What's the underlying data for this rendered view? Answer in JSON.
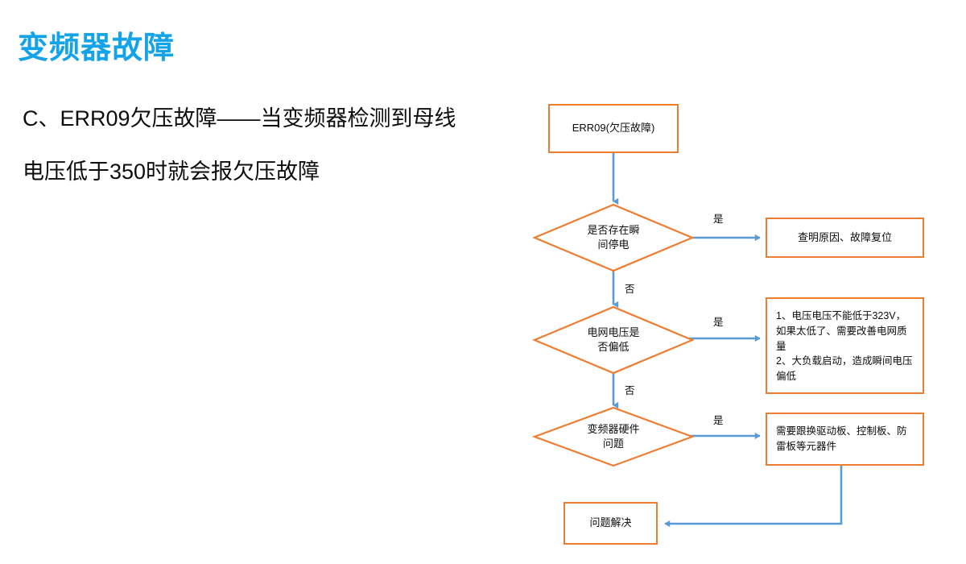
{
  "slide": {
    "title": "变频器故障",
    "title_color": "#14a3e8",
    "body": {
      "line_1": "C、ERR09欠压故障——当变频器检测到母线",
      "line_2": "电压低于350时就会报欠压故障"
    }
  },
  "flowchart": {
    "shape_border_color": "#ed7d31",
    "connector_color": "#5b9bd5",
    "nodes": {
      "start": "ERR09(欠压故障)",
      "decision_outage": "是否存在瞬\n间停电",
      "action_outage": "查明原因、故障复位",
      "decision_grid_voltage": "电网电压是\n否偏低",
      "note_grid_voltage": "1、电压电压不能低于323V，如果太低了、需要改善电网质量\n2、大负载启动，造成瞬间电压偏低",
      "decision_hardware": "变频器硬件\n问题",
      "action_hardware": "需要跟换驱动板、控制板、防雷板等元器件",
      "end": "问题解决"
    },
    "edge_labels": {
      "outage_yes": "是",
      "outage_no": "否",
      "grid_yes": "是",
      "grid_no": "否",
      "hardware_yes": "是"
    }
  }
}
